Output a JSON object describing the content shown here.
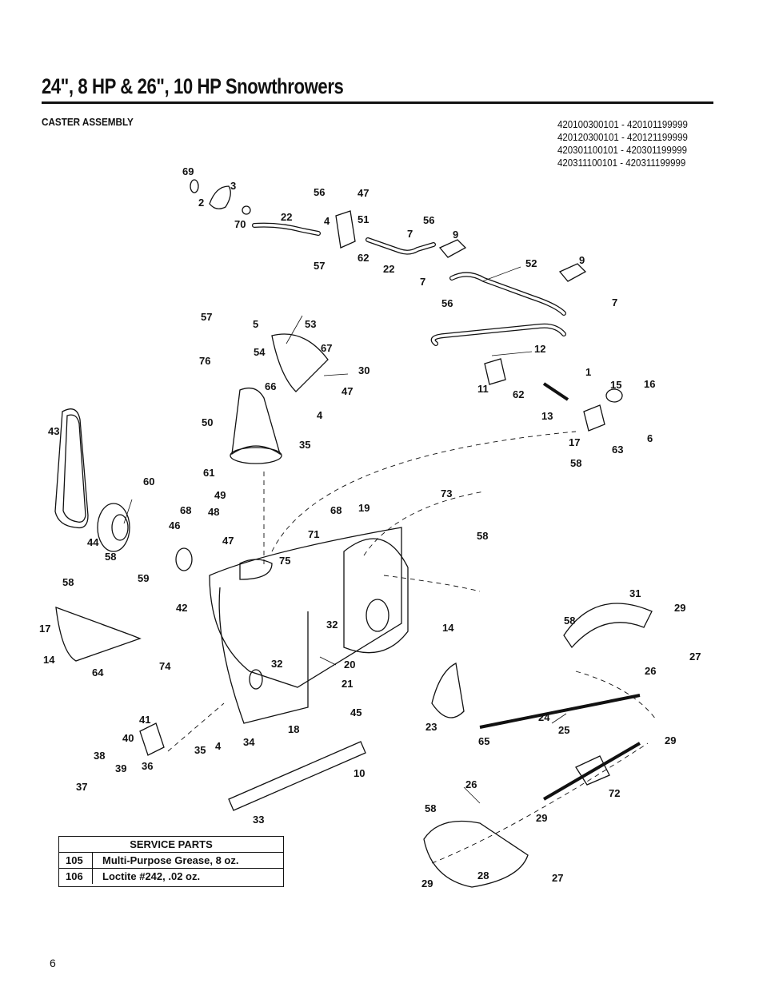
{
  "header": {
    "title": "24\", 8 HP & 26\", 10 HP Snowthrowers",
    "section": "CASTER ASSEMBLY"
  },
  "serial_ranges": [
    "420100300101 - 420101199999",
    "420120300101 - 420121199999",
    "420301100101 - 420301199999",
    "420311100101 - 420311199999"
  ],
  "callouts": [
    "69",
    "3",
    "2",
    "70",
    "22",
    "56",
    "47",
    "4",
    "51",
    "57",
    "62",
    "22",
    "56",
    "7",
    "9",
    "52",
    "9",
    "7",
    "56",
    "7",
    "57",
    "5",
    "53",
    "76",
    "54",
    "67",
    "30",
    "66",
    "47",
    "4",
    "12",
    "1",
    "15",
    "16",
    "11",
    "62",
    "13",
    "17",
    "6",
    "63",
    "58",
    "43",
    "50",
    "35",
    "61",
    "60",
    "49",
    "68",
    "48",
    "19",
    "68",
    "71",
    "73",
    "58",
    "46",
    "44",
    "47",
    "58",
    "75",
    "59",
    "31",
    "29",
    "58",
    "42",
    "32",
    "14",
    "17",
    "14",
    "58",
    "64",
    "74",
    "32",
    "20",
    "21",
    "27",
    "26",
    "41",
    "45",
    "40",
    "18",
    "34",
    "23",
    "24",
    "25",
    "65",
    "29",
    "38",
    "35",
    "4",
    "39",
    "36",
    "10",
    "37",
    "26",
    "72",
    "33",
    "58",
    "29",
    "29",
    "28",
    "27"
  ],
  "service_parts": {
    "heading": "SERVICE PARTS",
    "items": [
      {
        "number": "105",
        "description": "Multi-Purpose Grease, 8 oz."
      },
      {
        "number": "106",
        "description": "Loctite #242, .02 oz."
      }
    ]
  },
  "page_number": "6"
}
